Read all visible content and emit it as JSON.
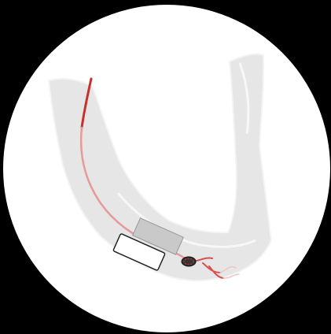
{
  "figure": {
    "background_color": "#000000",
    "disc_color": "#ffffff",
    "bone_color": "#e6e6e6",
    "bone_edge_color": "#f8f8f8",
    "nerve_color_dark": "#c8302e",
    "nerve_color_light": "#e79a9a",
    "plate_fill_color": "#c9c9c9",
    "plate_outline_fill": "#ffffff",
    "plate_outline_stroke": "#222222",
    "icons": {
      "jaw": "mandible-illustration",
      "nerve": "inferior-alveolar-nerve",
      "foramen": "mental-foramen",
      "plate": "fixation-plate"
    }
  }
}
